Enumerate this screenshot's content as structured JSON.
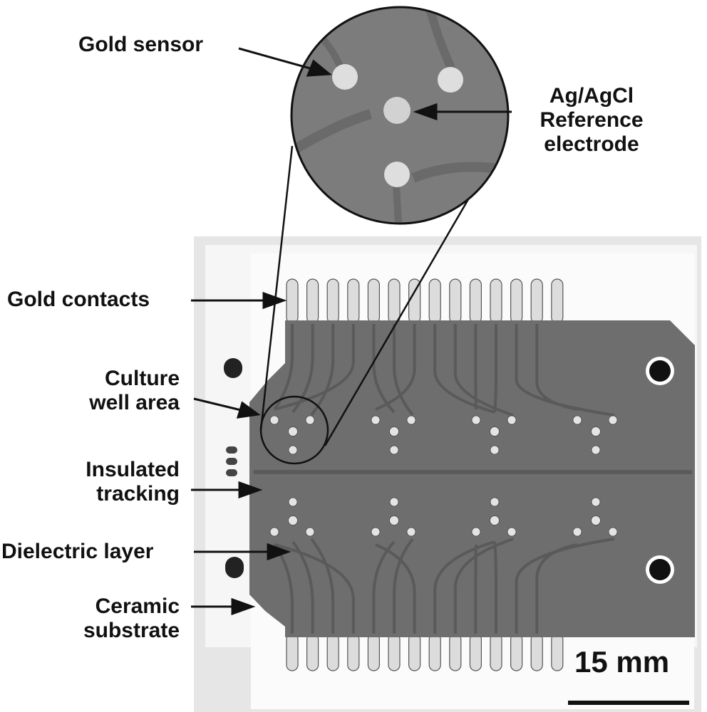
{
  "labels": {
    "gold_sensor": "Gold sensor",
    "reference": [
      "Ag/AgCl",
      "Reference",
      "electrode"
    ],
    "gold_contacts": "Gold contacts",
    "culture_well": [
      "Culture",
      "well area"
    ],
    "insulated_tracking": [
      "Insulated",
      "tracking"
    ],
    "dielectric_layer": "Dielectric layer",
    "ceramic_substrate": [
      "Ceramic",
      "substrate"
    ],
    "scale_bar": "15 mm"
  },
  "colors": {
    "dielectric": "#6e6e6e",
    "track": "#5a5a5a",
    "ceramic": "#f7f7f7",
    "gold": "#d9d9d9",
    "text": "#111111"
  }
}
